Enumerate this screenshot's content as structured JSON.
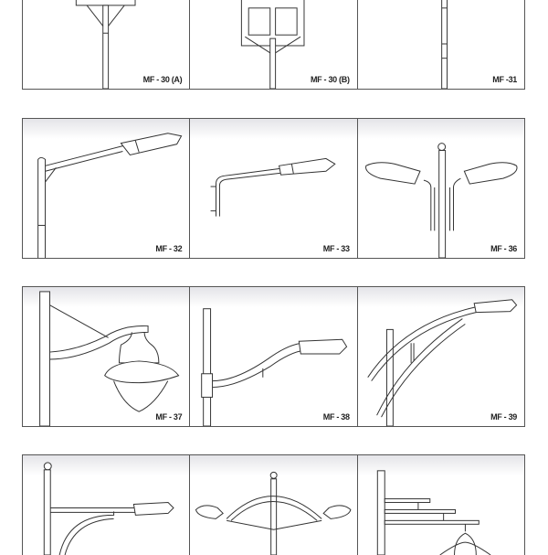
{
  "catalog": {
    "rows": [
      {
        "labels": [
          "MF - 30 (A)",
          "MF - 30 (B)",
          "MF -31"
        ]
      },
      {
        "labels": [
          "MF - 32",
          "MF - 33",
          "MF - 36"
        ]
      },
      {
        "labels": [
          "MF - 37",
          "MF - 38",
          "MF - 39"
        ]
      }
    ]
  }
}
